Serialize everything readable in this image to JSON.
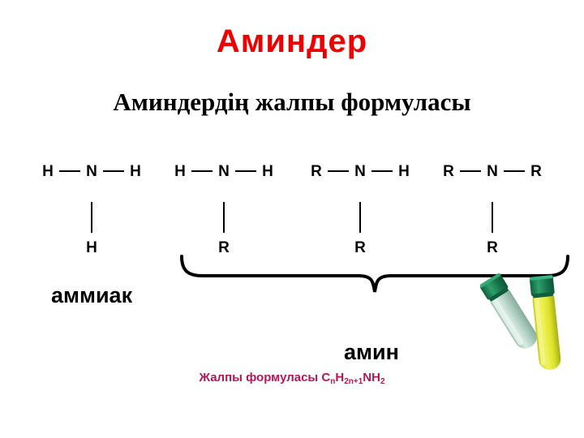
{
  "slide": {
    "title": "Аминдер",
    "subtitle": "Аминдердің жалпы формуласы",
    "title_color": "#ee0000",
    "subtitle_color": "#000000",
    "background_color": "#ffffff"
  },
  "structures": [
    {
      "name": "ammonia",
      "left_atom": "H",
      "center_atom": "N",
      "right_atom": "H",
      "bottom_atom": "H"
    },
    {
      "name": "primary-amine",
      "left_atom": "H",
      "center_atom": "N",
      "right_atom": "H",
      "bottom_atom": "R"
    },
    {
      "name": "secondary-amine",
      "left_atom": "R",
      "center_atom": "N",
      "right_atom": "H",
      "bottom_atom": "R"
    },
    {
      "name": "tertiary-amine",
      "left_atom": "R",
      "center_atom": "N",
      "right_atom": "R",
      "bottom_atom": "R"
    }
  ],
  "labels": {
    "ammonia": "аммиак",
    "amine": "амин"
  },
  "general_formula": {
    "prefix": "Жалпы формуласы ",
    "color": "#b01858",
    "parts": [
      {
        "atom": "C",
        "sub": "n"
      },
      {
        "atom": "H",
        "sub": "2n+1"
      },
      {
        "atom": "NH",
        "sub": "2"
      }
    ],
    "text": "Жалпы формуласы CnH2n+1NH2"
  },
  "illustration": {
    "name": "test-tubes",
    "cap_color": "#1e7a52",
    "liquid_color": "#e3e832",
    "glass_color": "#bcd9cd"
  }
}
